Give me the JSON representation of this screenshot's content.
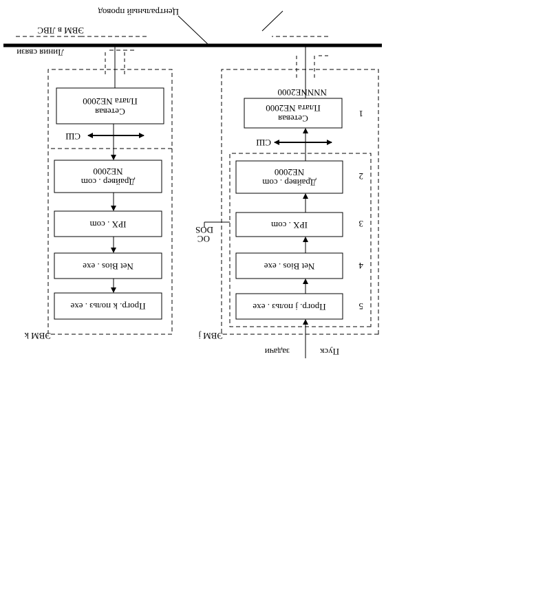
{
  "top": {
    "central_wire": "Центральный провод",
    "lan_computers": "ЭВМ в ЛВС",
    "comm_line": "Линия связи"
  },
  "left_computer": {
    "title": "ЭВМ k",
    "bus": "СШ",
    "card_line1": "Сетевая",
    "card_line2": "Плата NE2000",
    "driver_line1": "Драйвер . com",
    "driver_line2": "NE2000",
    "ipx": "IPX . com",
    "netbios": "Net Bios . exe",
    "user_prog": "Прогр. k польз . exe"
  },
  "right_computer": {
    "title": "ЭВМ j",
    "bus": "СШ",
    "card_line1": "Сетевая",
    "card_line2": "Плата NE2000",
    "card_address": "NNNNE2000",
    "driver_line1": "Драйвер . com",
    "driver_line2": "NE2000",
    "ipx": "IPX . com",
    "netbios": "Net Bios . exe",
    "user_prog": "Прогр. j польз . exe",
    "os_line1": "ОС",
    "os_line2": "DOS",
    "task_line1": "Пуск",
    "task_line2": "задачи",
    "num_1": "1",
    "num_2": "2",
    "num_3": "3",
    "num_4": "4",
    "num_5": "5"
  }
}
